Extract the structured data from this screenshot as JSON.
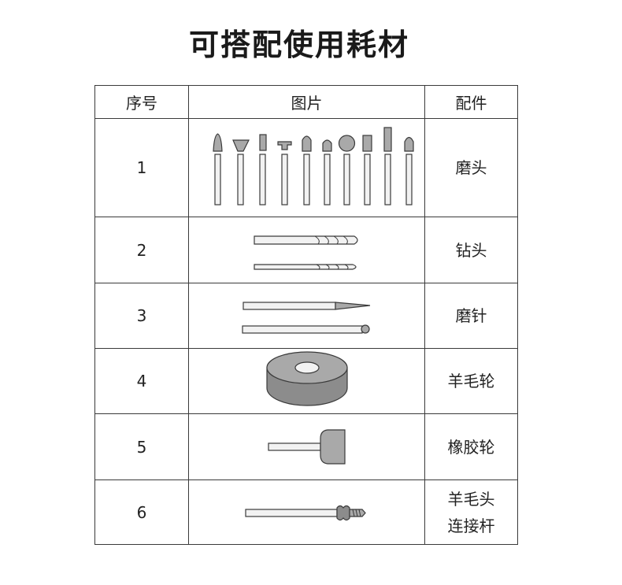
{
  "title": "可搭配使用耗材",
  "table": {
    "headers": [
      "序号",
      "图片",
      "配件"
    ],
    "rows": [
      {
        "no": "1",
        "part": "磨头",
        "part_line2": "",
        "image_icon": "grinding-heads-icon"
      },
      {
        "no": "2",
        "part": "钻头",
        "part_line2": "",
        "image_icon": "drill-bits-icon"
      },
      {
        "no": "3",
        "part": "磨针",
        "part_line2": "",
        "image_icon": "grinding-needles-icon"
      },
      {
        "no": "4",
        "part": "羊毛轮",
        "part_line2": "",
        "image_icon": "wool-wheel-icon"
      },
      {
        "no": "5",
        "part": "橡胶轮",
        "part_line2": "",
        "image_icon": "rubber-wheel-icon"
      },
      {
        "no": "6",
        "part": "羊毛头",
        "part_line2": "连接杆",
        "image_icon": "mandrel-rod-icon"
      }
    ]
  },
  "colors": {
    "line": "#3a3a3a",
    "fill_light": "#f2f2f2",
    "fill_gray": "#a9a9a9",
    "fill_dark": "#8c8c8c"
  }
}
